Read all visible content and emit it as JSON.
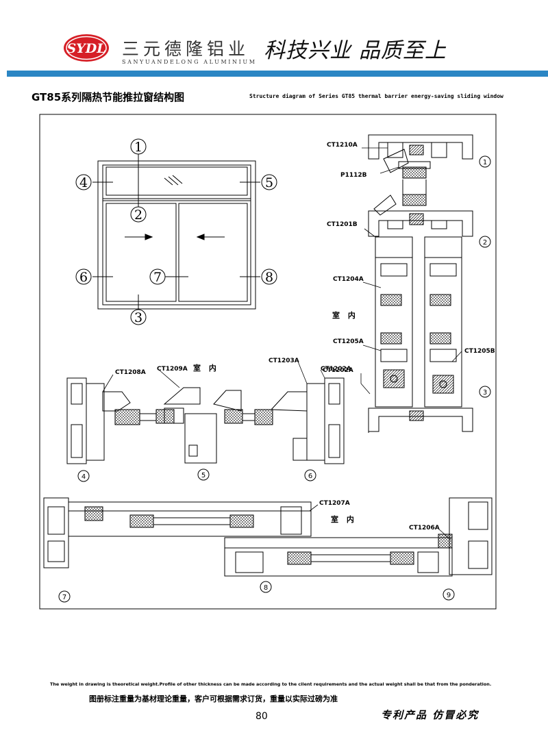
{
  "header": {
    "logo_text": "SYDL",
    "company_cn": "三元德隆铝业",
    "company_en": "SANYUANDELONG ALUMINIUM",
    "slogan": "科技兴业 品质至上"
  },
  "title": {
    "cn": "GT85系列隔热节能推拉窗结构图",
    "en": "Structure diagram of Series GT85 thermal barrier energy-saving sliding window"
  },
  "elevation": {
    "callouts": [
      "1",
      "2",
      "3",
      "4",
      "5",
      "6",
      "7",
      "8"
    ]
  },
  "sections": {
    "vertical": {
      "profiles": [
        "CT1210A",
        "P1112B",
        "CT1201B",
        "CT1204A",
        "CT1205A",
        "CT1205B",
        "CT1202A"
      ],
      "room_label": "室 内",
      "callouts": [
        "1",
        "2",
        "3"
      ]
    },
    "jambs": {
      "profiles": [
        "CT1208A",
        "CT1209A",
        "CT1203A",
        "CT1202A"
      ],
      "room_label": "室 内",
      "callouts": [
        "4",
        "5",
        "6"
      ]
    },
    "bottom": {
      "profiles": [
        "CT1207A",
        "CT1206A"
      ],
      "room_label": "室 内",
      "callouts": [
        "7",
        "8",
        "9"
      ]
    }
  },
  "footer": {
    "note_en": "The weight in drawing is theoretical weight.Profile of other thickness can be made according to the cilent requirements and the actual weight shall be that from the ponderation.",
    "note_cn": "图册标注重量为基材理论重量，客户可根据需求订货，重量以实际过磅为准",
    "page_number": "80",
    "patent": "专利产品 仿冒必究"
  },
  "colors": {
    "band": "#2b86c4",
    "logo_red": "#d61f26"
  }
}
